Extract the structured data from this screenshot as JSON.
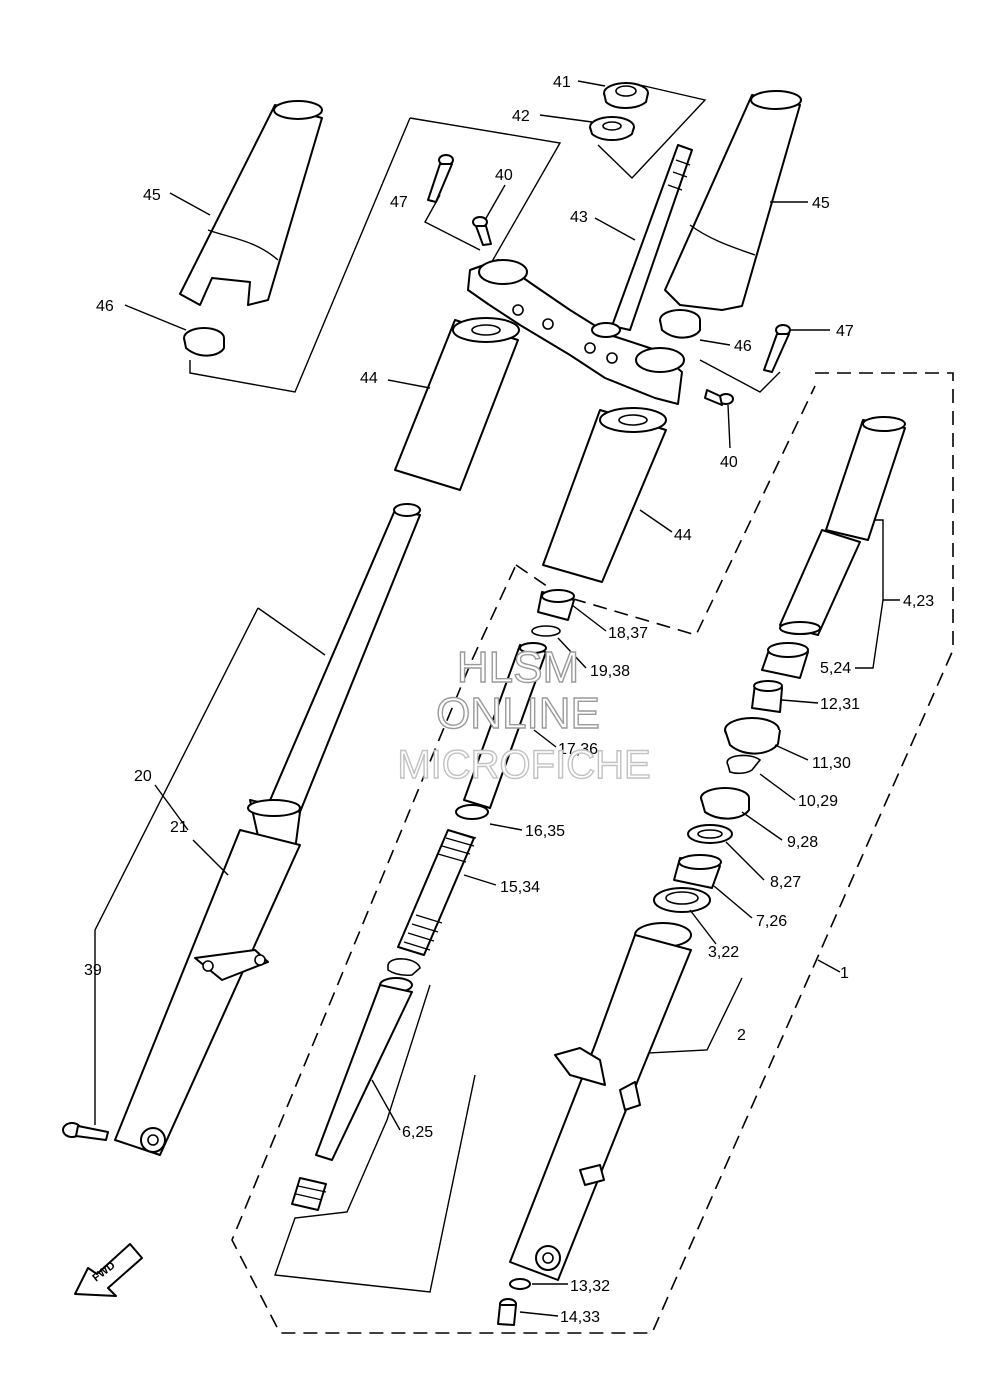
{
  "callouts": {
    "c41": "41",
    "c42": "42",
    "c40a": "40",
    "c47a": "47",
    "c43": "43",
    "c45a": "45",
    "c45b": "45",
    "c46a": "46",
    "c46b": "46",
    "c47b": "47",
    "c44a": "44",
    "c40b": "40",
    "c44b": "44",
    "c4_23": "4,23",
    "c18_37": "18,37",
    "c19_38": "19,38",
    "c5_24": "5,24",
    "c12_31": "12,31",
    "c17_36": "17,36",
    "c11_30": "11,30",
    "c10_29": "10,29",
    "c20": "20",
    "c21": "21",
    "c16_35": "16,35",
    "c9_28": "9,28",
    "c15_34": "15,34",
    "c8_27": "8,27",
    "c7_26": "7,26",
    "c3_22": "3,22",
    "c39": "39",
    "c1": "1",
    "c2": "2",
    "c6_25": "6,25",
    "c13_32": "13,32",
    "c14_33": "14,33"
  },
  "watermark": {
    "line1": "HLSM",
    "line2": "ONLINE",
    "line3": "MICROFICHE"
  },
  "fwd_badge": "FWD"
}
